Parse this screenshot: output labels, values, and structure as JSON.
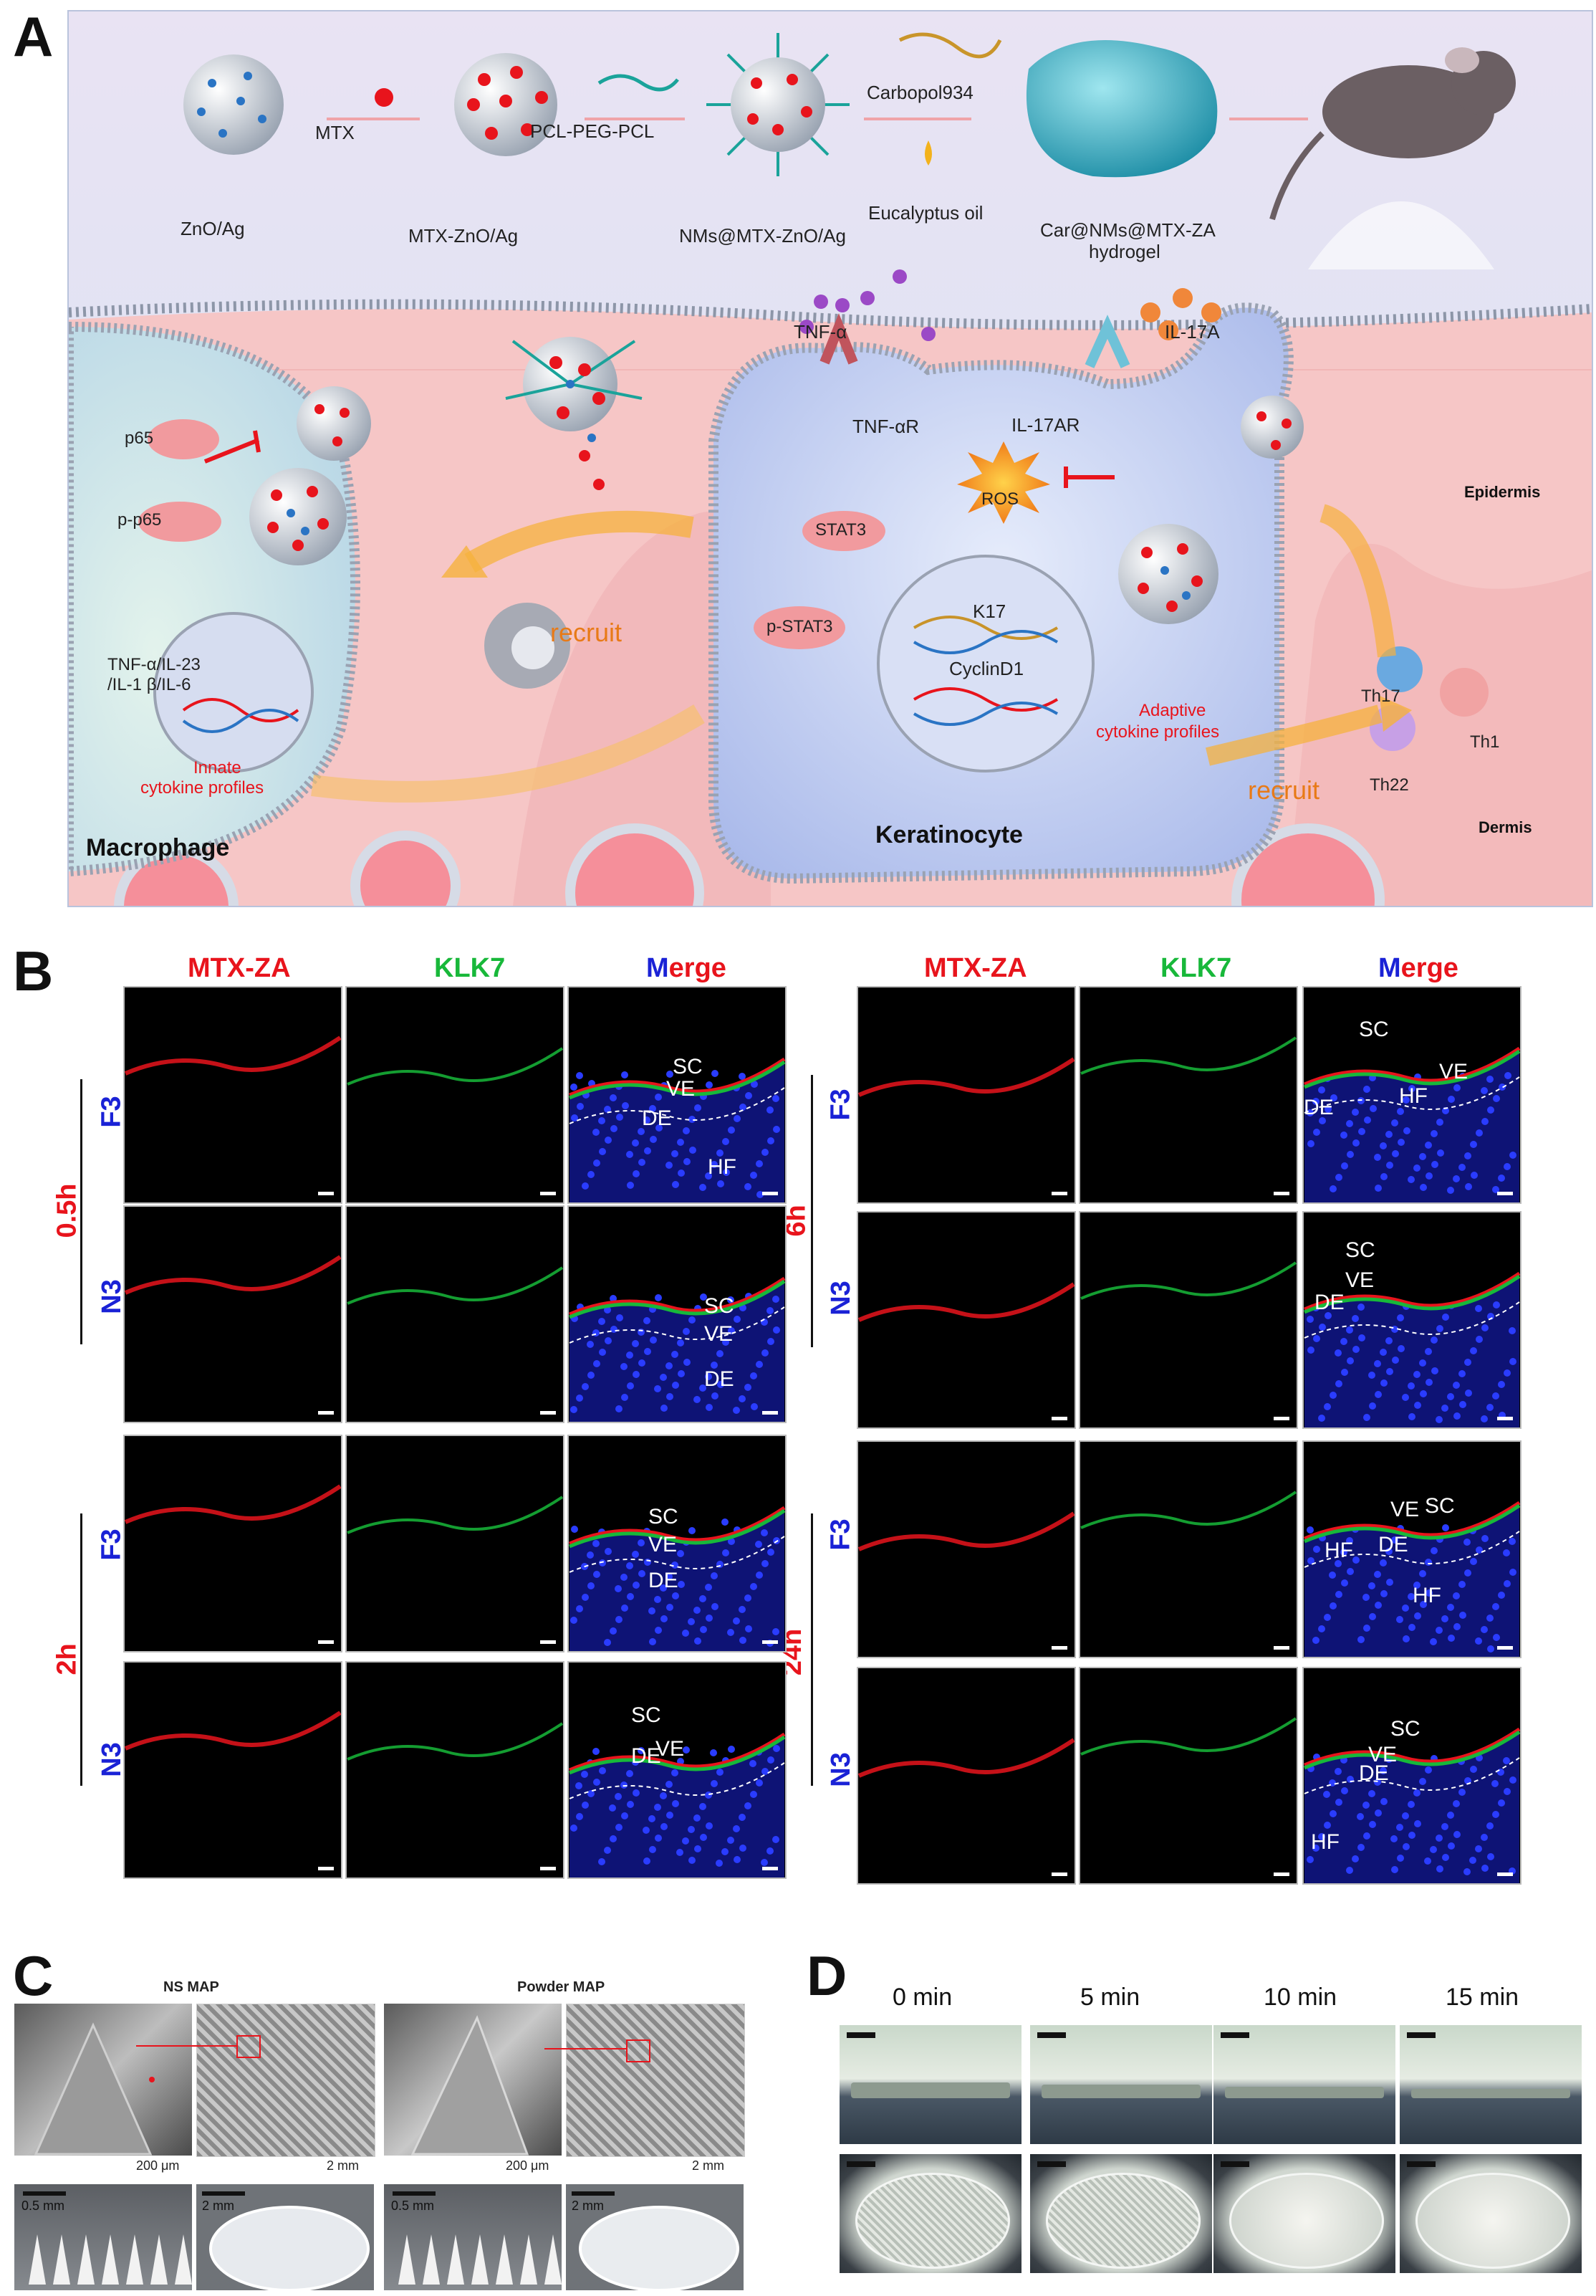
{
  "panels": {
    "a": "A",
    "b": "B",
    "c": "C",
    "d": "D"
  },
  "schematic": {
    "steps": {
      "zno": "ZnO/Ag",
      "mtx": "MTX",
      "mtx_zno": "MTX-ZnO/Ag",
      "pcl": "PCL-PEG-PCL",
      "nms": "NMs@MTX-ZnO/Ag",
      "carbopol": "Carbopol934",
      "eucalyptus": "Eucalyptus oil",
      "hydrogel_line1": "Car@NMs@MTX-ZA",
      "hydrogel_line2": "hydrogel"
    },
    "cell": {
      "tnfa": "TNF-α",
      "tnfar": "TNF-αR",
      "il17a": "IL-17A",
      "il17ar": "IL-17AR",
      "ros": "ROS",
      "stat3": "STAT3",
      "pstat3": "p-STAT3",
      "k17": "K17",
      "cyclin": "CyclinD1",
      "adaptive_line1": "Adaptive",
      "adaptive_line2": "cytokine profiles",
      "recruit_left": "recruit",
      "recruit_right": "recruit",
      "p65": "p65",
      "pp65": "p-p65",
      "cyto_line1": "TNF-α/IL-23",
      "cyto_line2": "/IL-1 β/IL-6",
      "innate_line1": "Innate",
      "innate_line2": "cytokine profiles",
      "macrophage": "Macrophage",
      "keratinocyte": "Keratinocyte",
      "epidermis": "Epidermis",
      "dermis": "Dermis",
      "th17": "Th17",
      "th1": "Th1",
      "th22": "Th22"
    },
    "colors": {
      "sky": "#dfe6f6",
      "skin": "#f6c9c9",
      "ros": "#f39b2a",
      "recruit": "#e87a17",
      "innate": "#e8141c"
    }
  },
  "fluorescence": {
    "col_mtx": "MTX-ZA",
    "col_klk": "KLK7",
    "col_merge_m": "M",
    "col_merge_rest": "erge",
    "rows": {
      "f3": "F3",
      "n3": "N3",
      "t05": "0.5h",
      "t2": "2h",
      "t6": "6h",
      "t24": "24h"
    },
    "layers": {
      "sc": "SC",
      "ve": "VE",
      "de": "DE",
      "hf": "HF"
    },
    "colors": {
      "red": "#e8141c",
      "green": "#18b83a",
      "blue": "#1a22d6"
    }
  },
  "panel_c": {
    "ns": "NS MAP",
    "powder": "Powder MAP",
    "s200a": "200 μm",
    "s2mma": "2 mm",
    "s200b": "200 μm",
    "s2mmb": "2 mm",
    "s05a": "0.5 mm",
    "s2a": "2 mm",
    "s05b": "0.5 mm",
    "s2b": "2 mm"
  },
  "panel_d": {
    "t0": "0 min",
    "t5": "5 min",
    "t10": "10 min",
    "t15": "15 min"
  }
}
